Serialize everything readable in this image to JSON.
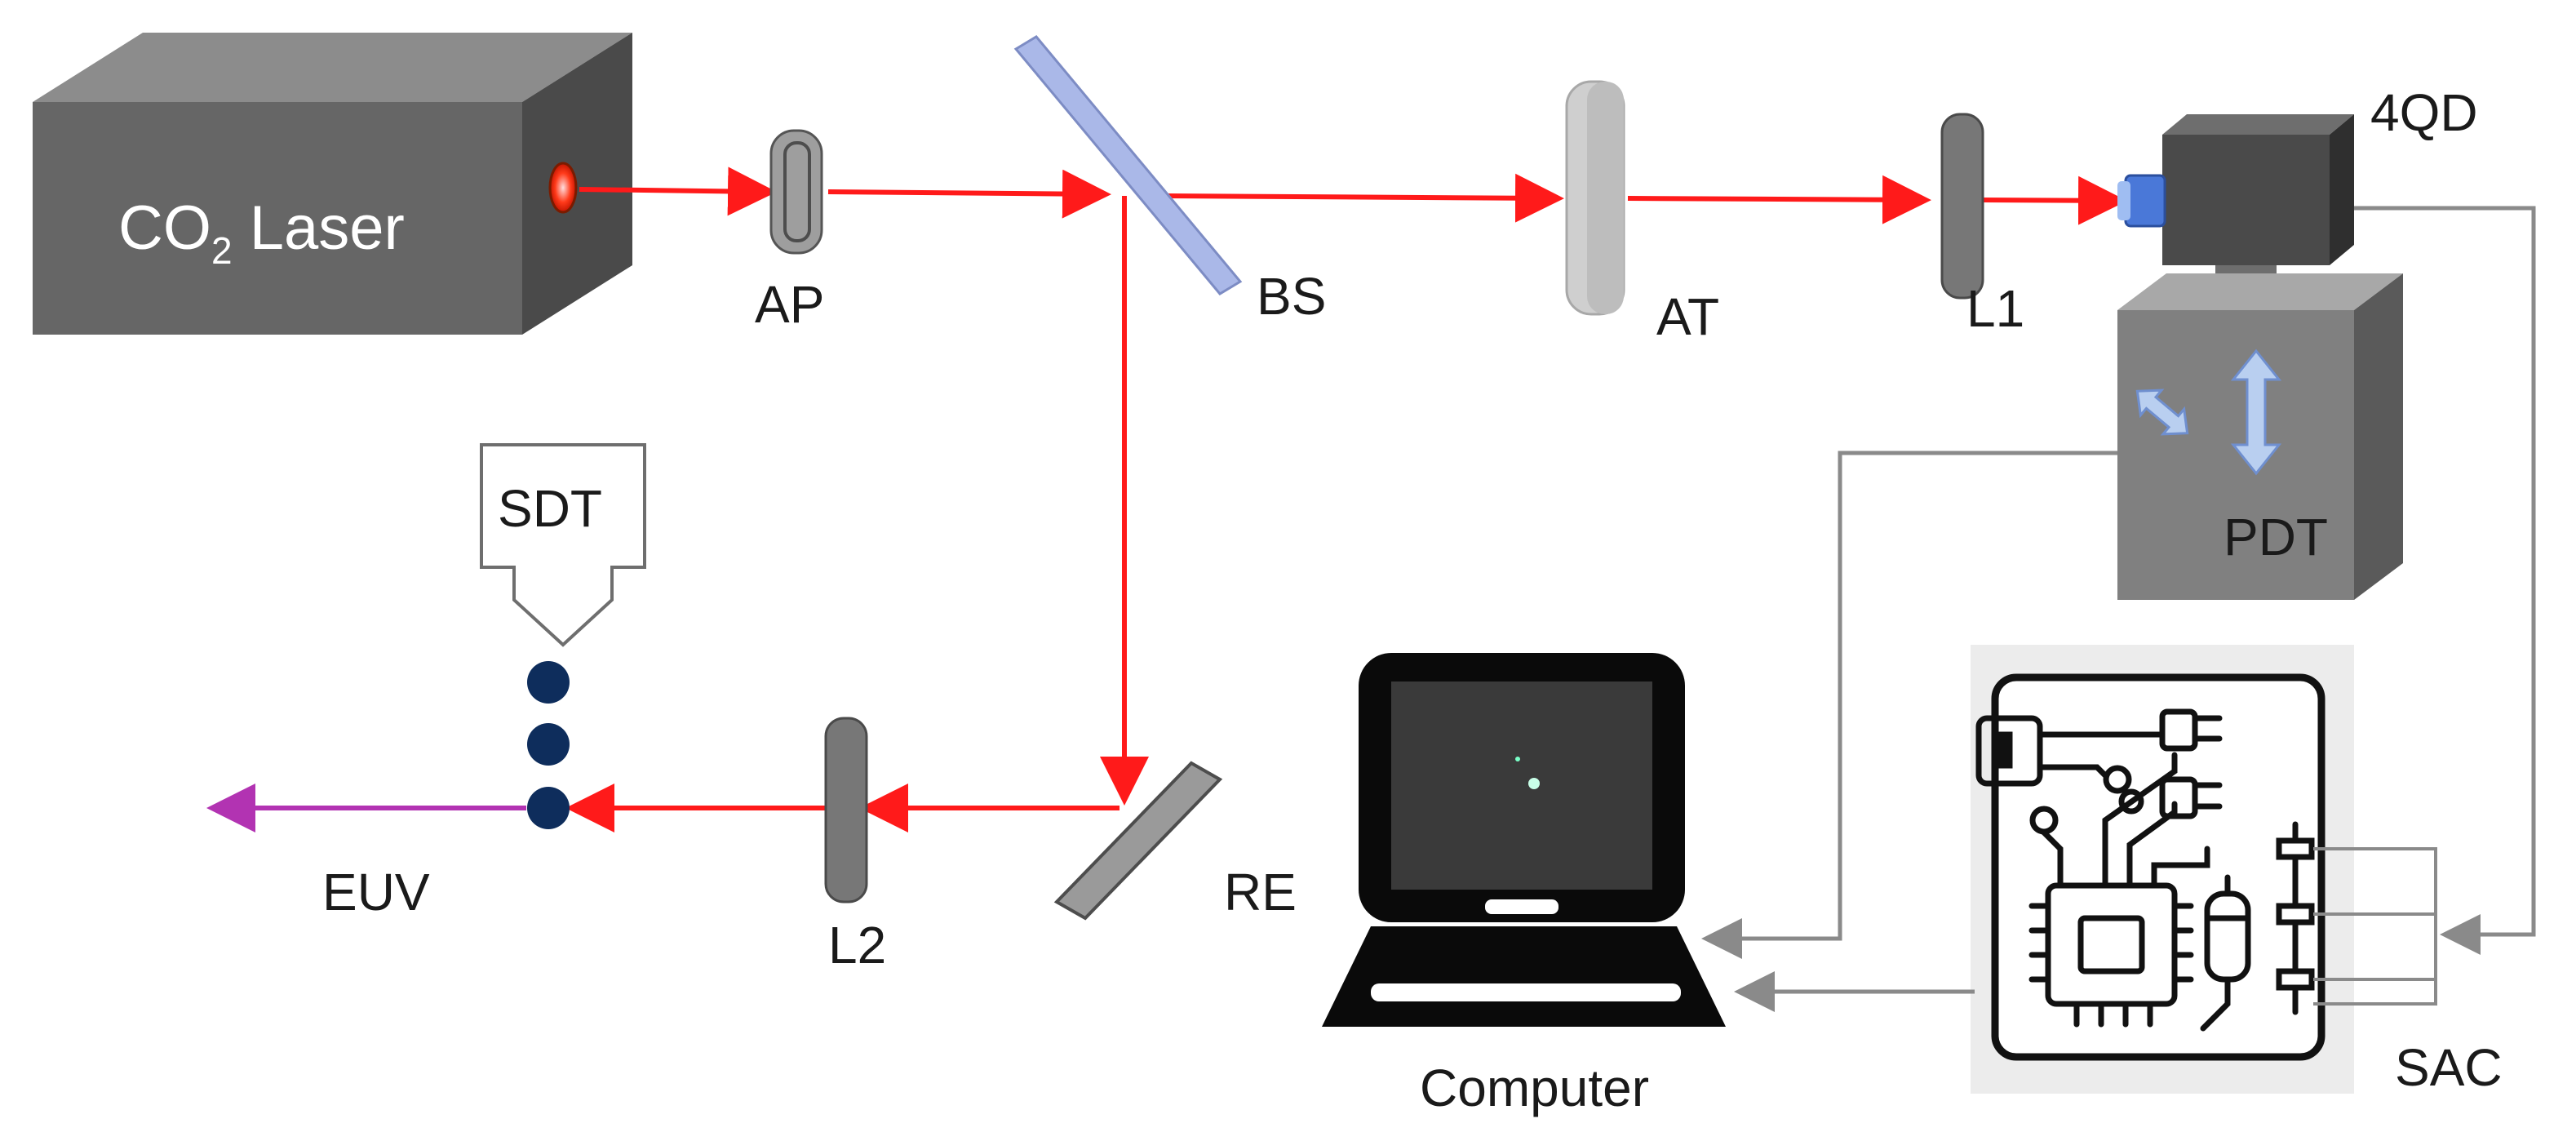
{
  "labels": {
    "laser_main": "CO",
    "laser_sub": "2",
    "laser_rest": " Laser",
    "ap": "AP",
    "bs": "BS",
    "at": "AT",
    "l1": "L1",
    "qd": "4QD",
    "pdt": "PDT",
    "sdt": "SDT",
    "euv": "EUV",
    "l2": "L2",
    "re": "RE",
    "computer": "Computer",
    "sac": "SAC"
  },
  "colors": {
    "beam": "#ff1a1a",
    "euv": "#b233b2",
    "signal_line": "#8a8a8a",
    "box_front": "#666666",
    "box_top": "#8c8c8c",
    "box_side": "#4a4a4a",
    "droplet": "#0e2d5c",
    "splitter": "#aab8e8",
    "arrow_blue": "#b9cff0"
  }
}
